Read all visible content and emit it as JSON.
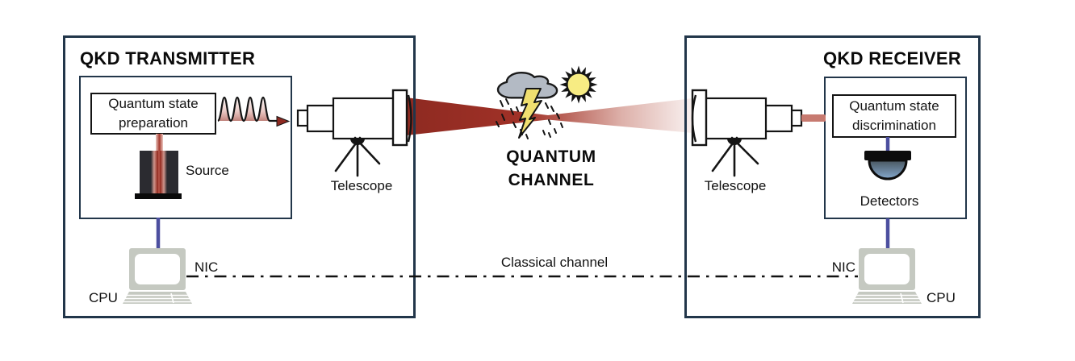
{
  "transmitter": {
    "title": "QKD TRANSMITTER",
    "qsp_line1": "Quantum state",
    "qsp_line2": "preparation",
    "source_label": "Source",
    "telescope_label": "Telescope",
    "nic_label": "NIC",
    "cpu_label": "CPU"
  },
  "channel": {
    "quantum_line1": "QUANTUM",
    "quantum_line2": "CHANNEL",
    "classical_label": "Classical channel"
  },
  "receiver": {
    "title": "QKD RECEIVER",
    "qsd_line1": "Quantum state",
    "qsd_line2": "discrimination",
    "detectors_label": "Detectors",
    "telescope_label": "Telescope",
    "nic_label": "NIC",
    "cpu_label": "CPU"
  },
  "icons": {
    "telescope": "telescope-icon",
    "source": "laser-source-icon",
    "pulses": "photon-pulse-train-icon",
    "storm_cloud": "storm-cloud-icon",
    "lightning": "lightning-bolt-icon",
    "rain": "rain-marks-icon",
    "sun": "sun-icon",
    "detector": "detector-dome-icon",
    "computer": "computer-icon",
    "beam": "quantum-beam",
    "dash_line": "classical-channel-line"
  },
  "colors": {
    "box_border_navy": "#22364a",
    "beam_dark_red": "#8e2a21",
    "beam_light_pink": "#f9f1f0",
    "link_blue": "#4c4f9f",
    "cloud_gray": "#b3bac4",
    "sun_yellow": "#f7ec83",
    "bolt_yellow": "#f0df70",
    "device_gray": "#c5c9c1",
    "detector_dome_top": "#49565f",
    "detector_dome_bottom": "#85a9ce",
    "source_red": "#93291e"
  }
}
